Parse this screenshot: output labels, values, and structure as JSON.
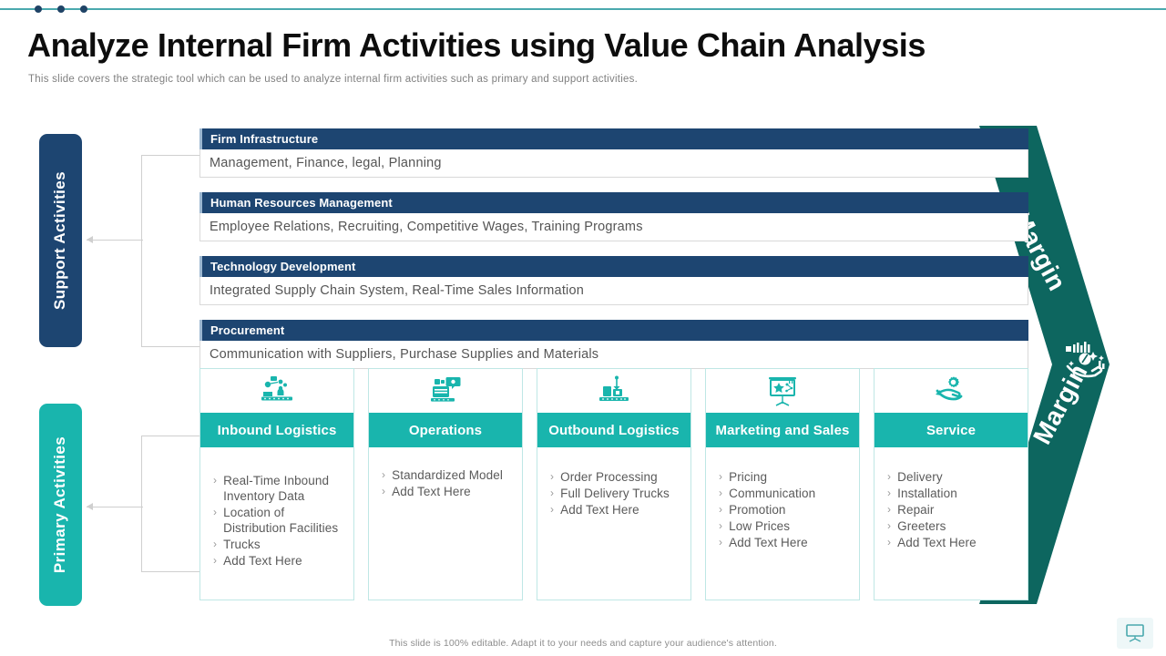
{
  "header": {
    "title": "Analyze Internal Firm Activities using Value Chain Analysis",
    "subtitle": "This slide covers the strategic tool which can be used to analyze internal firm activities such as primary and support activities."
  },
  "colors": {
    "navy": "#1d4571",
    "teal": "#19b5ad",
    "dark_teal": "#0d665f",
    "rule": "#4aa9ae",
    "body_text": "#555555"
  },
  "side_labels": {
    "support": "Support Activities",
    "primary": "Primary Activities"
  },
  "support_activities": [
    {
      "title": "Firm Infrastructure",
      "description": "Management, Finance, legal, Planning"
    },
    {
      "title": "Human Resources Management",
      "description": "Employee Relations, Recruiting, Competitive Wages, Training Programs"
    },
    {
      "title": "Technology Development",
      "description": "Integrated Supply Chain System, Real-Time Sales Information"
    },
    {
      "title": "Procurement",
      "description": "Communication with Suppliers, Purchase Supplies and Materials"
    }
  ],
  "primary_activities": [
    {
      "title": "Inbound Logistics",
      "icon": "conveyor-robot-icon",
      "items": [
        "Real-Time Inbound Inventory Data",
        "Location of Distribution Facilities",
        "Trucks",
        "Add Text Here"
      ]
    },
    {
      "title": "Operations",
      "icon": "operations-terminal-icon",
      "items": [
        "Standardized Model",
        "Add Text Here"
      ]
    },
    {
      "title": "Outbound Logistics",
      "icon": "crane-package-icon",
      "items": [
        "Order Processing",
        "Full Delivery Trucks",
        "Add Text Here"
      ]
    },
    {
      "title": "Marketing and Sales",
      "icon": "presentation-chart-icon",
      "items": [
        "Pricing",
        "Communication",
        "Promotion",
        "Low Prices",
        "Add Text Here"
      ]
    },
    {
      "title": "Service",
      "icon": "gear-hand-icon",
      "items": [
        "Delivery",
        "Installation",
        "Repair",
        "Greeters",
        "Add Text Here"
      ]
    }
  ],
  "margin": {
    "label_top": "Margin",
    "label_bottom": "Margin",
    "icon": "hand-coin-icon"
  },
  "footer": {
    "note": "This slide is 100% editable. Adapt it to your needs and capture your audience's attention.",
    "icon": "presentation-screen-icon"
  },
  "bullet_glyph": "›"
}
